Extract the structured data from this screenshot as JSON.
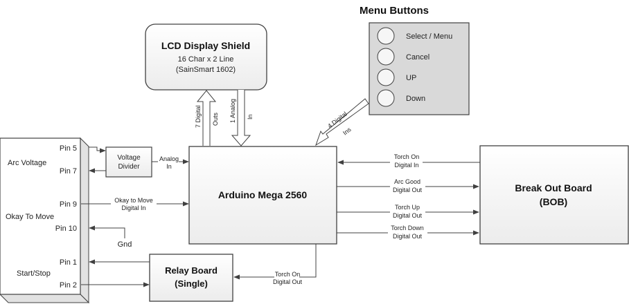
{
  "diagram": {
    "lcd": {
      "title": "LCD Display Shield",
      "line1": "16 Char x 2 Line",
      "line2": "(SainSmart 1602)",
      "arrow_out_a": "7 Digital",
      "arrow_out_b": "Outs",
      "arrow_in_a": "1 Analog",
      "arrow_in_b": "In"
    },
    "menu": {
      "title": "Menu Buttons",
      "buttons": [
        "Select / Menu",
        "Cancel",
        "UP",
        "Down"
      ],
      "arrow_a": "4 Digital",
      "arrow_b": "Ins"
    },
    "controller": {
      "sections": [
        "Arc Voltage",
        "Okay To Move",
        "Start/Stop"
      ],
      "pins": [
        "Pin 5",
        "Pin 7",
        "Pin 9",
        "Pin 10",
        "Pin 1",
        "Pin 2"
      ]
    },
    "voltage_divider": {
      "line1": "Voltage",
      "line2": "Divider"
    },
    "analog_in": {
      "line1": "Analog",
      "line2": "In"
    },
    "okay_to_move": {
      "line1": "Okay to Move",
      "line2": "Digital In"
    },
    "gnd": "Gnd",
    "arduino": {
      "title": "Arduino Mega 2560"
    },
    "relay": {
      "line1": "Relay Board",
      "line2": "(Single)"
    },
    "relay_signal": {
      "line1": "Torch On",
      "line2": "Digital Out"
    },
    "bob": {
      "line1": "Break Out Board",
      "line2": "(BOB)"
    },
    "bob_signals": [
      {
        "line1": "Torch On",
        "line2": "Digital In"
      },
      {
        "line1": "Arc Good",
        "line2": "Digital Out"
      },
      {
        "line1": "Torch Up",
        "line2": "Digital Out"
      },
      {
        "line1": "Torch Down",
        "line2": "Digital Out"
      }
    ]
  }
}
